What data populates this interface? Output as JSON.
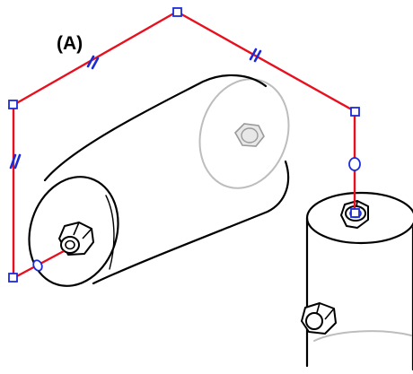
{
  "diagram": {
    "label_text": "(A)",
    "colors": {
      "route": "#e8101e",
      "handles": "#1b2bd8",
      "outline": "#000000",
      "hidden": "#bdbdbd",
      "background": "#ffffff"
    },
    "icons": [
      "vertex-square-handle",
      "midpoint-circle-handle",
      "parallel-constraint-mark",
      "hex-nut-fitting"
    ]
  }
}
